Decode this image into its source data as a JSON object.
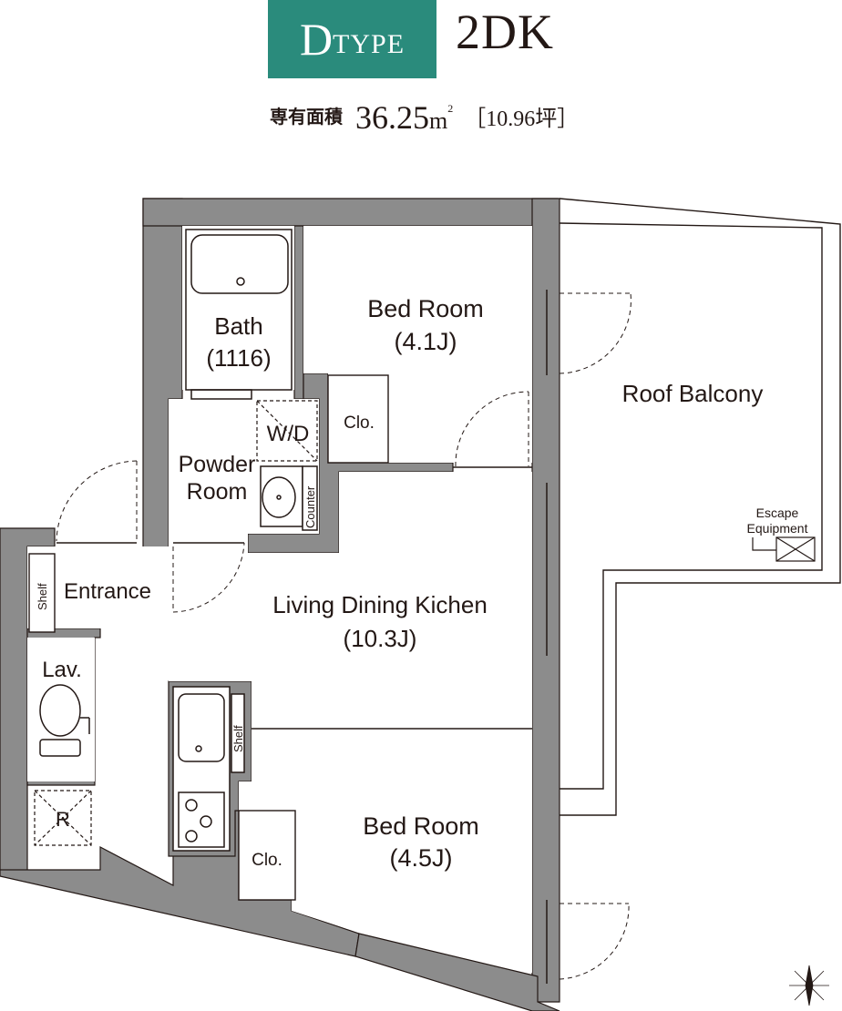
{
  "header": {
    "type_big": "D",
    "type_small": "TYPE",
    "layout_code": "2DK",
    "area_label": "専有面積",
    "area_value": "36.25",
    "area_unit": "m",
    "area_unit_sup": "2",
    "area_tsubo": "［10.96坪］"
  },
  "rooms": {
    "bath": "Bath",
    "bath_size": "(1116)",
    "bed_room_1": "Bed Room",
    "bed_room_1_size": "(4.1J)",
    "closet_1": "Clo.",
    "wd": "W/D",
    "powder_room_line1": "Powder",
    "powder_room_line2": "Room",
    "counter": "Counter",
    "roof_balcony": "Roof Balcony",
    "escape_line1": "Escape",
    "escape_line2": "Equipment",
    "shelf_entrance": "Shelf",
    "entrance": "Entrance",
    "ldk": "Living Dining Kichen",
    "ldk_size": "(10.3J)",
    "lavatory": "Lav.",
    "shelf_kitchen": "Shelf",
    "refrigerator": "R",
    "closet_2": "Clo.",
    "bed_room_2": "Bed Room",
    "bed_room_2_size": "(4.5J)"
  },
  "colors": {
    "accent": "#2a8b7c",
    "wall": "#8c8c8c",
    "line": "#231815"
  },
  "icons": [
    "compass-icon",
    "bathtub-icon",
    "toilet-icon",
    "sink-icon",
    "stove-icon",
    "escape-hatch-icon"
  ]
}
